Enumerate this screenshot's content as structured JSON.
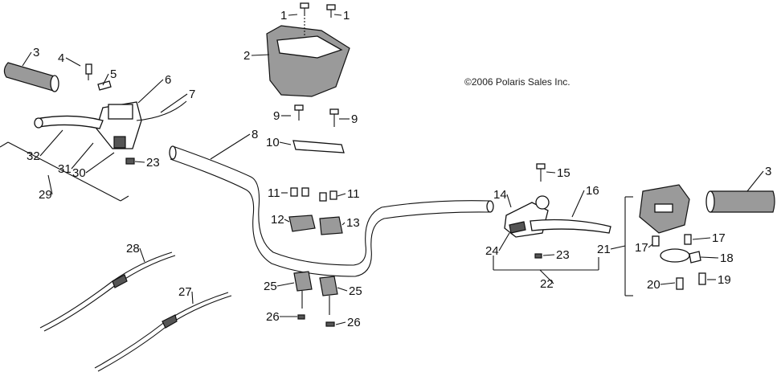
{
  "diagram": {
    "copyright": "©2006 Polaris Sales Inc.",
    "callouts": [
      "1",
      "1",
      "2",
      "3",
      "4",
      "5",
      "6",
      "7",
      "8",
      "9",
      "9",
      "10",
      "32",
      "31",
      "30",
      "23",
      "29",
      "11",
      "11",
      "12",
      "13",
      "14",
      "15",
      "16",
      "24",
      "23",
      "22",
      "3",
      "21",
      "17",
      "17",
      "18",
      "20",
      "19",
      "28",
      "27",
      "25",
      "25",
      "26",
      "26"
    ]
  }
}
